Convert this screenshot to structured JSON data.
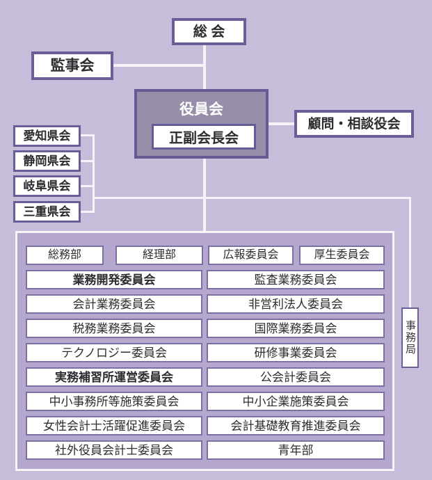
{
  "chart": {
    "soukai": "総 会",
    "kanjikai": "監事会",
    "yakuinkai": "役員会",
    "seifuku": "正副会長会",
    "komon": "顧問・相談役会",
    "prefectures": [
      "愛知県会",
      "静岡県会",
      "岐阜県会",
      "三重県会"
    ],
    "jimukyoku": "事務局",
    "row1": [
      "総務部",
      "経理部",
      "広報委員会",
      "厚生委員会"
    ],
    "rows": [
      {
        "left": "業務開発委員会",
        "right": "監査業務委員会"
      },
      {
        "left": "会計業務委員会",
        "right": "非営利法人委員会"
      },
      {
        "left": "税務業務委員会",
        "right": "国際業務委員会"
      },
      {
        "left": "テクノロジー委員会",
        "right": "研修事業委員会"
      },
      {
        "left": "実務補習所運営委員会",
        "right": "公会計委員会"
      },
      {
        "left": "中小事務所等施策委員会",
        "right": "中小企業施策委員会"
      },
      {
        "left": "女性会計士活躍促進委員会",
        "right": "会計基礎教育推進委員会"
      },
      {
        "left": "社外役員会計士委員会",
        "right": "青年部"
      }
    ]
  },
  "colors": {
    "background": "#c7bcd9",
    "panel_fill": "#b6a7ce",
    "panel_border": "#f6f4f9",
    "box_border_dark": "#695e97",
    "box_border_inner": "#7b70a4",
    "yakuinkai_fill": "#978ea9",
    "connector": "#f5f3f8",
    "text": "#2e2c30",
    "text_on_dark": "#ffffff"
  }
}
